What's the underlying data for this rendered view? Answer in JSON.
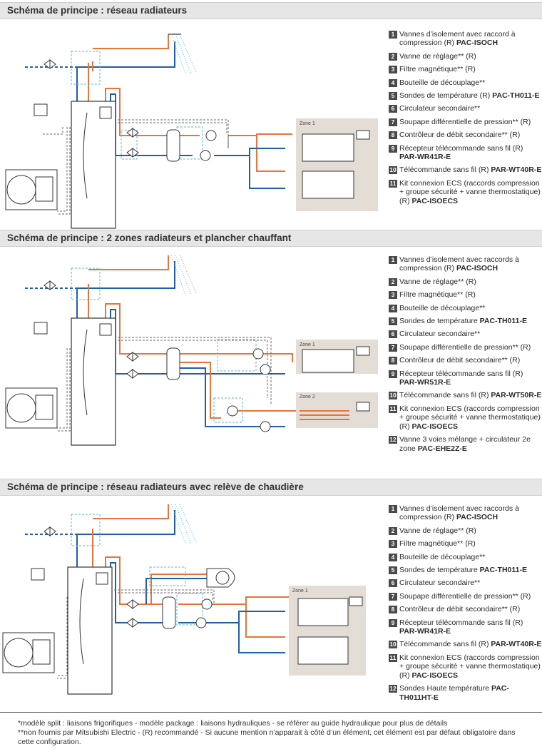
{
  "sections": [
    {
      "title": "Schéma de principe : réseau radiateurs",
      "zone_labels": [
        "Zone 1"
      ],
      "legend": [
        {
          "n": "1",
          "text": "Vannes d’isolement avec raccord à compression (R) ",
          "code": "PAC-ISOCH"
        },
        {
          "n": "2",
          "text": "Vanne de réglage** (R)",
          "code": ""
        },
        {
          "n": "3",
          "text": "Filtre magnétique** (R)",
          "code": ""
        },
        {
          "n": "4",
          "text": "Bouteille de découplage**",
          "code": ""
        },
        {
          "n": "5",
          "text": "Sondes de température (R) ",
          "code": "PAC-TH011-E"
        },
        {
          "n": "6",
          "text": "Circulateur secondaire**",
          "code": ""
        },
        {
          "n": "7",
          "text": "Soupape différentielle de pression** (R)",
          "code": ""
        },
        {
          "n": "8",
          "text": "Contrôleur de débit secondaire** (R)",
          "code": ""
        },
        {
          "n": "9",
          "text": "Récepteur télécommande sans fil (R) ",
          "code": "PAR-WR41R-E"
        },
        {
          "n": "10",
          "text": "Télécommande sans fil (R) ",
          "code": "PAR-WT40R-E"
        },
        {
          "n": "11",
          "text": "Kit connexion ECS (raccords compression + groupe sécurité + vanne thermostatique) (R) ",
          "code": "PAC-ISOECS"
        }
      ]
    },
    {
      "title": "Schéma de principe : 2 zones radiateurs et plancher chauffant",
      "zone_labels": [
        "Zone 1",
        "Zone 2"
      ],
      "legend": [
        {
          "n": "1",
          "text": "Vannes d’isolement avec raccords à compression (R) ",
          "code": "PAC-ISOCH"
        },
        {
          "n": "2",
          "text": "Vanne de réglage** (R)",
          "code": ""
        },
        {
          "n": "3",
          "text": "Filtre magnétique** (R)",
          "code": ""
        },
        {
          "n": "4",
          "text": "Bouteille de découplage**",
          "code": ""
        },
        {
          "n": "5",
          "text": "Sondes de température ",
          "code": "PAC-TH011-E"
        },
        {
          "n": "6",
          "text": "Circulateur secondaire**",
          "code": ""
        },
        {
          "n": "7",
          "text": "Soupape différentielle de pression** (R)",
          "code": ""
        },
        {
          "n": "8",
          "text": "Contrôleur de débit secondaire** (R)",
          "code": ""
        },
        {
          "n": "9",
          "text": "Récepteur télécommande sans fil (R) ",
          "code": "PAR-WR51R-E"
        },
        {
          "n": "10",
          "text": "Télécommande sans fil (R) ",
          "code": "PAR-WT50R-E"
        },
        {
          "n": "11",
          "text": "Kit connexion ECS (raccords compression + groupe sécurité + vanne thermostatique) (R) ",
          "code": "PAC-ISOECS"
        },
        {
          "n": "12",
          "text": "Vanne 3 voies mélange + circulateur 2e zone ",
          "code": "PAC-EHE2Z-E"
        }
      ]
    },
    {
      "title": "Schéma de principe : réseau radiateurs avec relève de chaudière",
      "zone_labels": [
        "Zone 1"
      ],
      "legend": [
        {
          "n": "1",
          "text": "Vannes d’isolement avec raccords à compression (R) ",
          "code": "PAC-ISOCH"
        },
        {
          "n": "2",
          "text": "Vanne de réglage** (R)",
          "code": ""
        },
        {
          "n": "3",
          "text": "Filtre magnétique** (R)",
          "code": ""
        },
        {
          "n": "4",
          "text": "Bouteille de découplage**",
          "code": ""
        },
        {
          "n": "5",
          "text": "Sondes de température ",
          "code": "PAC-TH011-E"
        },
        {
          "n": "6",
          "text": "Circulateur secondaire**",
          "code": ""
        },
        {
          "n": "7",
          "text": "Soupape différentielle de pression** (R)",
          "code": ""
        },
        {
          "n": "8",
          "text": "Contrôleur de débit secondaire** (R)",
          "code": ""
        },
        {
          "n": "9",
          "text": "Récepteur télécommande sans fil (R) ",
          "code": "PAR-WR41R-E"
        },
        {
          "n": "10",
          "text": "Télécommande sans fil (R) ",
          "code": "PAR-WT40R-E"
        },
        {
          "n": "11",
          "text": "Kit connexion ECS (raccords compression + groupe sécurité + vanne thermostatique) (R) ",
          "code": "PAC-ISOECS"
        },
        {
          "n": "12",
          "text": "Sondes Haute température ",
          "code": "PAC-TH011HT-E"
        }
      ]
    }
  ],
  "footnotes": [
    "*modèle split : liaisons frigorifiques - modèle package : liaisons hydrauliques - se référer au guide hydraulique pour plus de détails",
    "**non fournis par Mitsubishi Electric - (R) recommandé - Si aucune mention n’apparait à côté d’un élément, cet élément est par défaut obligatoire dans cette configuration."
  ],
  "colors": {
    "hot": "#e8743b",
    "cold": "#1f5fa8",
    "dashed": "#6a6a6a",
    "zone_bg": "#e4ddd6",
    "box_dashed": "#5bb7d8"
  }
}
